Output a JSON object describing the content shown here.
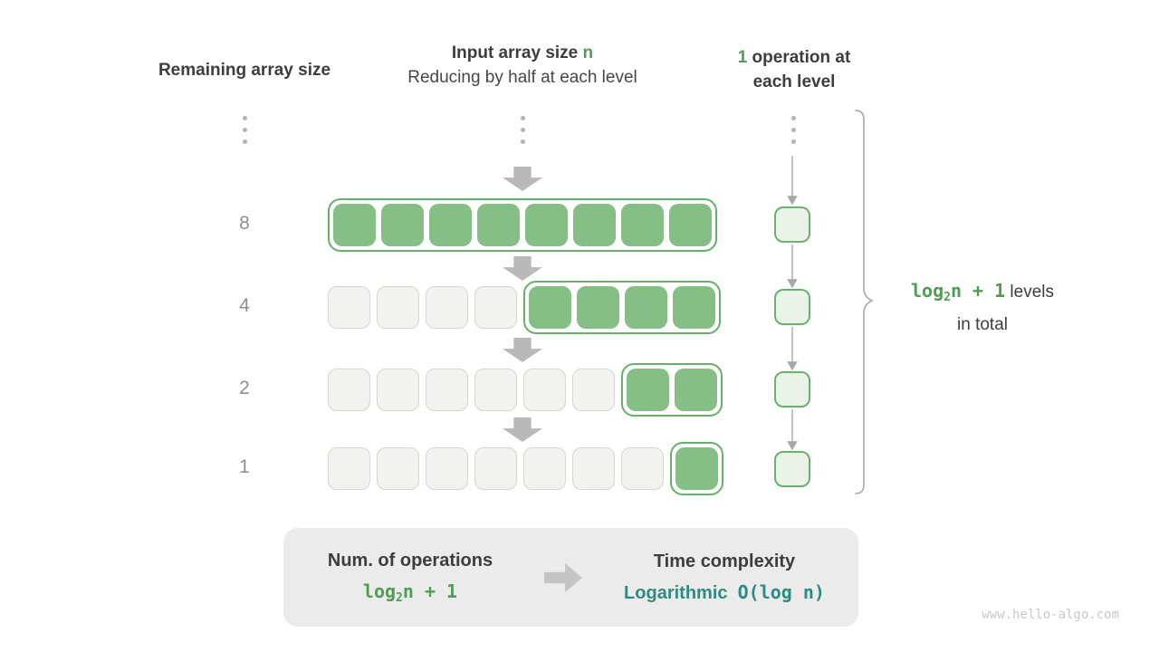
{
  "colors": {
    "green_cell": "#85bf85",
    "green_border": "#67b06a",
    "green_text": "#4e9e51",
    "teal_text": "#2e8b80",
    "gray_cell_fill": "#f2f2f1",
    "gray_cell_border": "#d5d5d3",
    "block_arrow_gray": "#b9b9b9",
    "summary_bg": "#ebebeb",
    "text_dark": "#3d3d3d"
  },
  "headers": {
    "left": "Remaining array size",
    "center_title_prefix": "Input array size ",
    "center_title_highlight": "n",
    "center_subtitle": "Reducing by half at each level",
    "right_highlight": "1",
    "right_rest": " operation at each level"
  },
  "diagram": {
    "rows": [
      {
        "size": "8",
        "gray": 0,
        "green": 8
      },
      {
        "size": "4",
        "gray": 4,
        "green": 4
      },
      {
        "size": "2",
        "gray": 6,
        "green": 2
      },
      {
        "size": "1",
        "gray": 7,
        "green": 1
      }
    ],
    "operation_boxes": 4
  },
  "formula": {
    "fn": "log",
    "sub": "2",
    "rest": "n + 1"
  },
  "levels_label": {
    "suffix": " levels",
    "line2": "in total"
  },
  "summary": {
    "left_title": "Num. of operations",
    "right_title": "Time complexity",
    "complexity_name": "Logarithmic",
    "complexity_big_o": "O(log n)"
  },
  "watermark": "www.hello-algo.com"
}
